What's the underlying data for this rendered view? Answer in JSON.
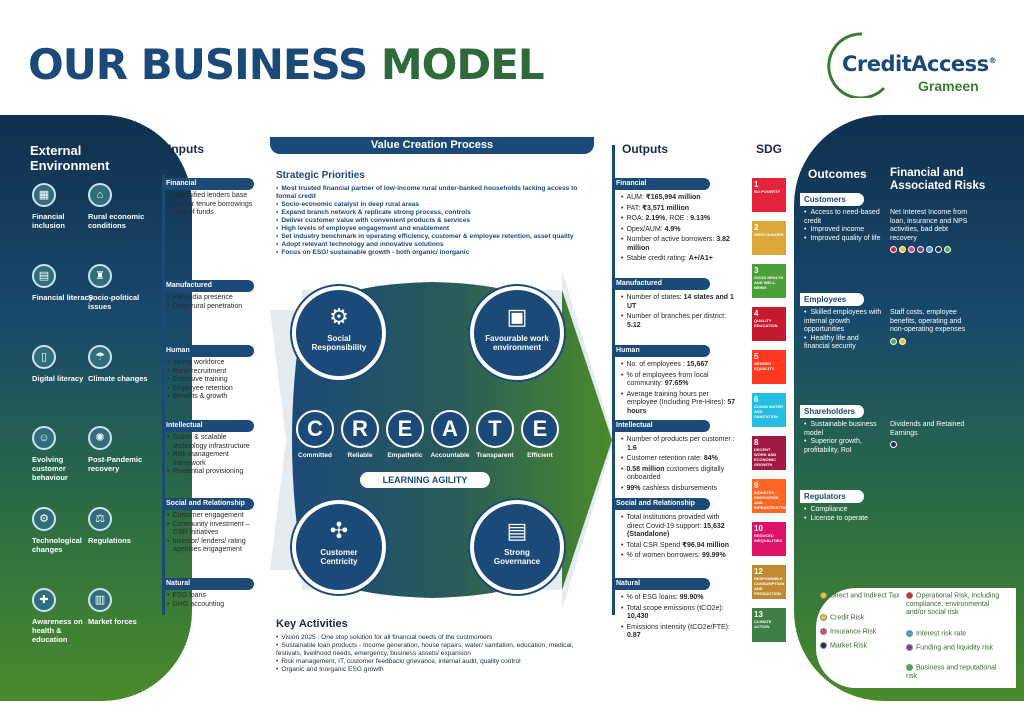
{
  "header": {
    "title_part1": "OUR BUSINESS ",
    "title_part2": "MODEL"
  },
  "logo": {
    "name": "CreditAccess",
    "reg": "®",
    "sub": "Grameen"
  },
  "external": {
    "title_line1": "External",
    "title_line2": "Environment",
    "items": [
      {
        "label": "Financial inclusion",
        "icon": "money-icon"
      },
      {
        "label": "Rural economic conditions",
        "icon": "rural-icon"
      },
      {
        "label": "Financial literacy",
        "icon": "calculator-icon"
      },
      {
        "label": "Socio-political issues",
        "icon": "podium-icon"
      },
      {
        "label": "Digital literacy",
        "icon": "phone-icon"
      },
      {
        "label": "Climate changes",
        "icon": "climate-icon"
      },
      {
        "label": "Evolving customer behaviour",
        "icon": "customer-icon"
      },
      {
        "label": "Post-Pandemic recovery",
        "icon": "virus-icon"
      },
      {
        "label": "Technological changes",
        "icon": "tech-icon"
      },
      {
        "label": "Regulations",
        "icon": "regulation-icon"
      },
      {
        "label": "Awareness on health & education",
        "icon": "health-icon"
      },
      {
        "label": "Market forces",
        "icon": "market-icon"
      }
    ]
  },
  "inputs": {
    "title": "Inputs",
    "groups": [
      {
        "name": "Financial",
        "items": [
          "Diversified lenders base",
          "Longer tenure borrowings",
          "Cost of funds"
        ]
      },
      {
        "name": "Manufactured",
        "items": [
          "Pan India presence",
          "Deep rural penetration"
        ]
      },
      {
        "name": "Human",
        "items": [
          "Young workforce",
          "Rural recruitment",
          "Extensive training",
          "Employee retention",
          "Benefits & growth"
        ]
      },
      {
        "name": "Intellectual",
        "items": [
          "Stable & scalable technology infrastructure",
          "Risk management framework",
          "Prudential provisioning"
        ]
      },
      {
        "name": "Social and Relationship",
        "items": [
          "Customer engagement",
          "Community investment – CSR initiatives",
          "Investor/ lenders/ rating agencies engagement"
        ]
      },
      {
        "name": "Natural",
        "items": [
          "ESG loans",
          "GHG accounting"
        ]
      }
    ]
  },
  "value_creation": {
    "title": "Value Creation Process",
    "strategic_title": "Strategic Priorities",
    "strategic": [
      "Most trusted financial partner of low-income rural under-banked households lacking access to formal credit",
      "Socio-economic catalyst in deep rural areas",
      "Expand branch network & replicate strong process, controls",
      "Deliver customer value with convenient products & services",
      "High levels of employee engagement and enablement",
      "Set industry benchmark in operating efficiency, customer & employee retention, asset quality",
      "Adopt relevant technology and innovative solutions",
      "Focus on ESG/ sustainable growth - both organic/ inorganic"
    ],
    "pillars": [
      {
        "label": "Social Responsibility",
        "icon": "hand-gear-icon"
      },
      {
        "label": "Favourable work environment",
        "icon": "workplace-icon"
      },
      {
        "label": "Customer Centricity",
        "icon": "arrows-in-icon"
      },
      {
        "label": "Strong Governance",
        "icon": "governance-icon"
      }
    ],
    "create": [
      {
        "letter": "C",
        "word": "Committed"
      },
      {
        "letter": "R",
        "word": "Reliable"
      },
      {
        "letter": "E",
        "word": "Empathetic"
      },
      {
        "letter": "A",
        "word": "Accountable"
      },
      {
        "letter": "T",
        "word": "Transparent"
      },
      {
        "letter": "E",
        "word": "Efficient"
      }
    ],
    "agility": "LEARNING AGILITY",
    "key_title": "Key Activities",
    "key": [
      "Vision 2025 : One stop solution for all financial needs of the custmomers",
      "Sustainable loan products - Income generation, house repairs, water/ sanitation, education, medical, festivals, livelihood needs, emergency, business assets/ expansion",
      "Risk management, IT, customer feedback/ grievance, internal audit, quality control",
      "Organic and Inorganic ESG growth"
    ]
  },
  "outputs": {
    "title": "Outputs",
    "groups": [
      {
        "name": "Financial",
        "items": [
          {
            "t": "AUM: ",
            "b": "₹165,994 million"
          },
          {
            "t": "PAT: ",
            "b": "₹3,571 million"
          },
          {
            "t": "ROA: ",
            "b": "2.19%",
            "t2": ", ROE : ",
            "b2": "9.13%"
          },
          {
            "t": "Opex/AUM: ",
            "b": "4.9%"
          },
          {
            "t": "Number of active borrowers: ",
            "b": "3.82 million"
          },
          {
            "t": "Stable credit rating: ",
            "b": "A+/A1+"
          }
        ]
      },
      {
        "name": "Manufactured",
        "items": [
          {
            "t": "Number of states: ",
            "b": "14 states and 1 UT"
          },
          {
            "t": "Number of branches per district: ",
            "b": "5.12"
          }
        ]
      },
      {
        "name": "Human",
        "items": [
          {
            "t": "No. of employees : ",
            "b": "15,667"
          },
          {
            "t": "% of employees from local community: ",
            "b": "97.65%"
          },
          {
            "t": "Average training hours per employee (Including Pre-Hires): ",
            "b": "57 hours"
          }
        ]
      },
      {
        "name": "Intellectual",
        "items": [
          {
            "t": "Number of products per customer : ",
            "b": "1.6"
          },
          {
            "t": "Customer retention rate: ",
            "b": "84%"
          },
          {
            "b": "0.58 million",
            "t2": " customers digitally onboarded"
          },
          {
            "b": "99%",
            "t2": " cashless disbursements"
          }
        ]
      },
      {
        "name": "Social and Relationship",
        "items": [
          {
            "t": "Total institutions provided with direct Covid-19 support: ",
            "b": "15,632 (Standalone)"
          },
          {
            "t": "Total CSR Spend ",
            "b": "₹96.94 million"
          },
          {
            "t": "% of women borrowers: ",
            "b": "99.99%"
          }
        ]
      },
      {
        "name": "Natural",
        "items": [
          {
            "t": "% of ESG loans: ",
            "b": "99.90%"
          },
          {
            "t": "Total scope emissions (tCO2e): ",
            "b": "10,430"
          },
          {
            "t": "Emissions intensity (tCO2e/FTE): ",
            "b": "0.87"
          }
        ]
      }
    ]
  },
  "sdg": {
    "title": "SDG",
    "goals": [
      {
        "n": "1",
        "label": "NO POVERTY",
        "color": "#e5243b"
      },
      {
        "n": "2",
        "label": "ZERO HUNGER",
        "color": "#dda63a"
      },
      {
        "n": "3",
        "label": "GOOD HEALTH AND WELL-BEING",
        "color": "#4c9f38"
      },
      {
        "n": "4",
        "label": "QUALITY EDUCATION",
        "color": "#c5192d"
      },
      {
        "n": "5",
        "label": "GENDER EQUALITY",
        "color": "#ff3a21"
      },
      {
        "n": "6",
        "label": "CLEAN WATER AND SANITATION",
        "color": "#26bde2"
      },
      {
        "n": "8",
        "label": "DECENT WORK AND ECONOMIC GROWTH",
        "color": "#a21942"
      },
      {
        "n": "9",
        "label": "INDUSTRY, INNOVATION AND INFRASTRUCTURE",
        "color": "#fd6925"
      },
      {
        "n": "10",
        "label": "REDUCED INEQUALITIES",
        "color": "#dd1367"
      },
      {
        "n": "12",
        "label": "RESPONSIBLE CONSUMPTION AND PRODUCTION",
        "color": "#bf8b2e"
      },
      {
        "n": "13",
        "label": "CLIMATE ACTION",
        "color": "#3f7e44"
      }
    ]
  },
  "outcomes": {
    "title": "Outcomes",
    "risk_title": "Financial and Associated Risks",
    "groups": [
      {
        "name": "Customers",
        "items": [
          "Access to need-based credit",
          "Improved income",
          "Improved quality of life"
        ],
        "risk": "Net Interest Income from loan, insurance and NPS activities, bad debt recovery"
      },
      {
        "name": "Employees",
        "items": [
          "Skilled employees with internal growth opportunities",
          "Healthy life and financial security"
        ],
        "risk": "Staff costs, employee benefits, operating and non-operating expenses"
      },
      {
        "name": "Shareholders",
        "items": [
          "Sustainable business model",
          "Superior growth, profitability, RoI"
        ],
        "risk": "Dividends and Retained Earnings"
      },
      {
        "name": "Regulators",
        "items": [
          "Compliance",
          "License to operate"
        ],
        "risk": ""
      }
    ]
  },
  "risk_legend": {
    "items": [
      {
        "label": "Direct and Indirect Tax",
        "color": "#f5c518"
      },
      {
        "label": "Operational Risk, including compliance, environmental and/or social risk",
        "color": "#e21f26"
      },
      {
        "label": "Credit Risk",
        "color": "#f5c518"
      },
      {
        "label": "Insurance Risk",
        "color": "#e0457b"
      },
      {
        "label": "Interest risk rate",
        "color": "#3aa6dd"
      },
      {
        "label": "Market Risk",
        "color": "#1c2a6e"
      },
      {
        "label": "Funding and liquidity risk",
        "color": "#7c3f98"
      },
      {
        "label": "Business and reputational risk",
        "color": "#3db54a"
      }
    ]
  }
}
